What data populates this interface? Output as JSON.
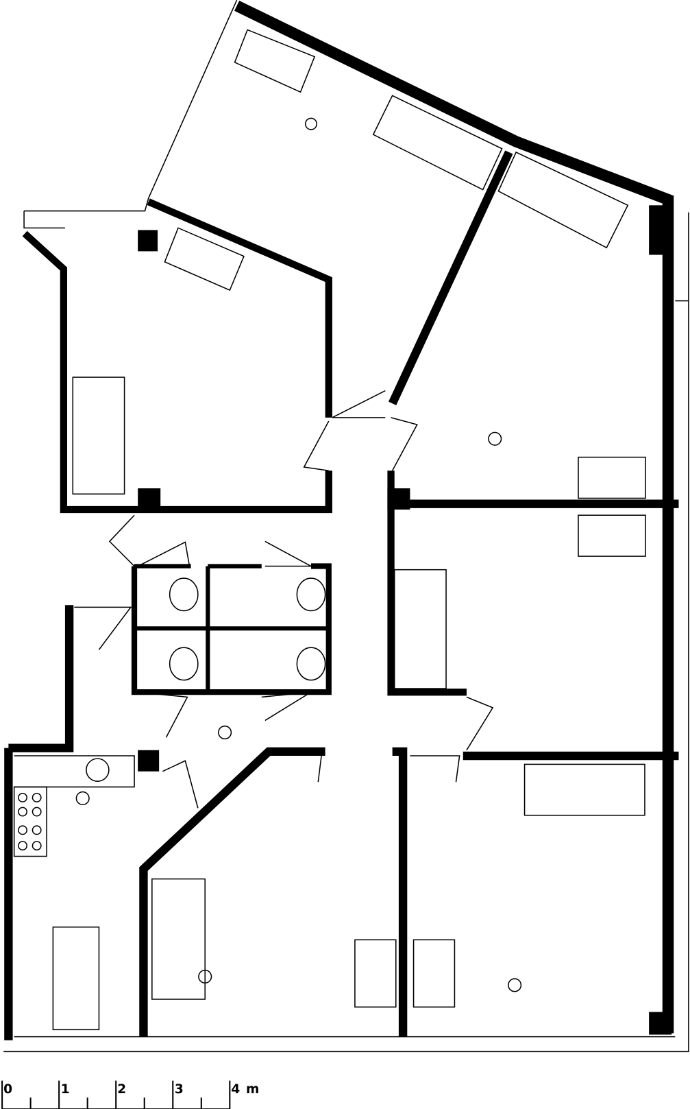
{
  "scale_bar": {
    "ticks": [
      "0",
      "1",
      "2",
      "3",
      "4"
    ],
    "unit": "m"
  },
  "colors": {
    "ink": "#000000",
    "paper": "#ffffff"
  }
}
